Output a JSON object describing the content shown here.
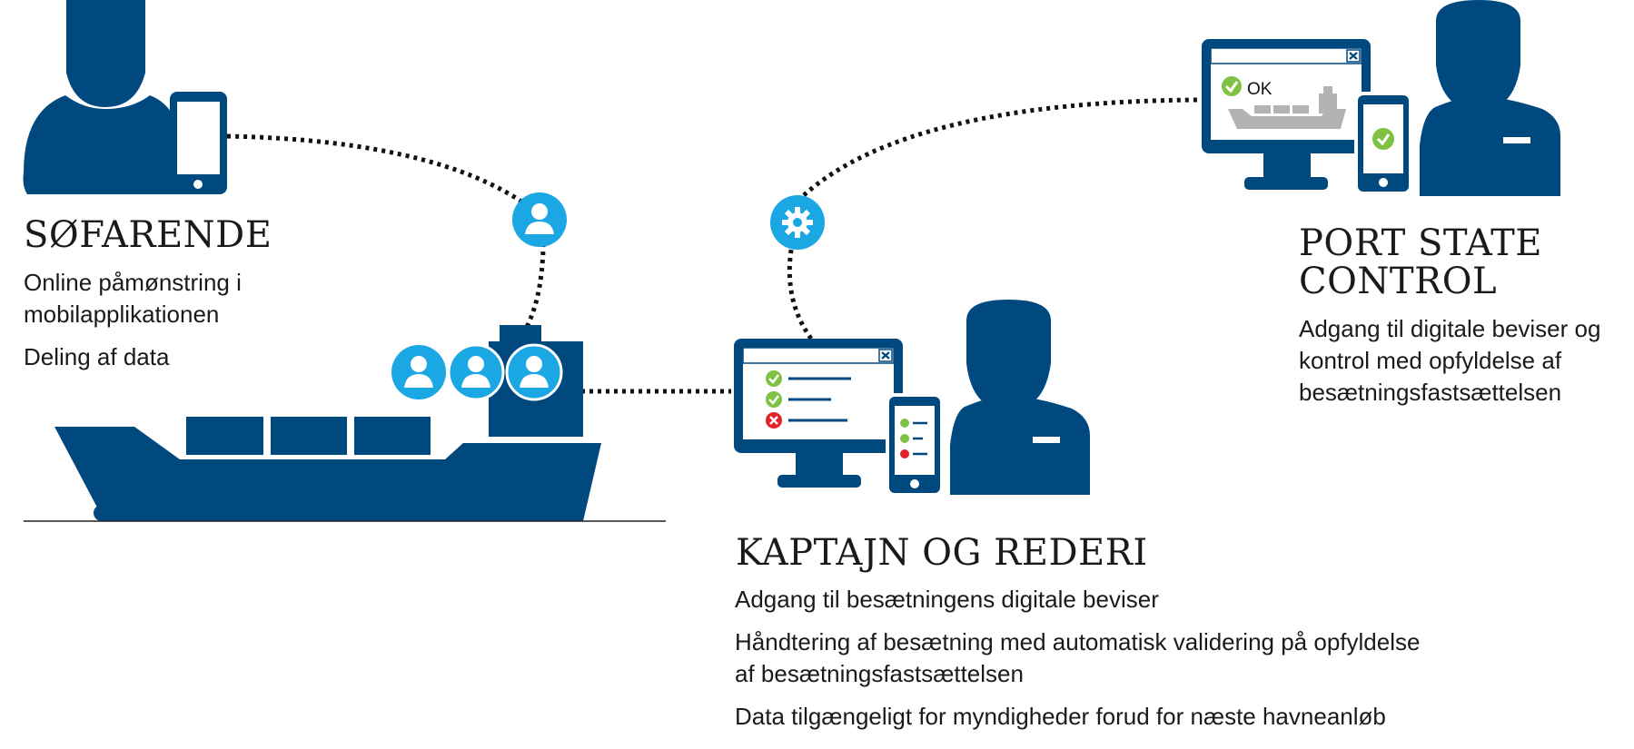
{
  "colors": {
    "navy": "#00497f",
    "accent_blue": "#1aa7e3",
    "check_green": "#7ec143",
    "cross_red": "#e2232a",
    "ship_gray": "#b3b3b3"
  },
  "icons": [
    "seafarer-person-icon",
    "mobile-phone-icon",
    "user-badge-icon",
    "gear-icon",
    "container-ship-icon",
    "desktop-monitor-icon",
    "checklist-icon",
    "check-icon",
    "cross-icon",
    "close-icon",
    "captain-person-icon",
    "port-state-officer-icon"
  ],
  "seafarer": {
    "title": "SØFARENDE",
    "lines": [
      "Online påmønstring i mobilapplikationen",
      "Deling af data"
    ]
  },
  "captain": {
    "title": "KAPTAJN OG REDERI",
    "lines": [
      "Adgang til besætningens digitale beviser",
      "Håndtering af besætning med automatisk validering på opfyldelse af besætningsfastsættelsen",
      "Data tilgængeligt for myndigheder forud for næste havneanløb"
    ]
  },
  "psc": {
    "title_line1": "PORT STATE",
    "title_line2": "CONTROL",
    "lines": [
      "Adgang til digitale beviser og kontrol med opfyldelse af besætningsfastsættelsen"
    ]
  },
  "monitor_status": "OK"
}
